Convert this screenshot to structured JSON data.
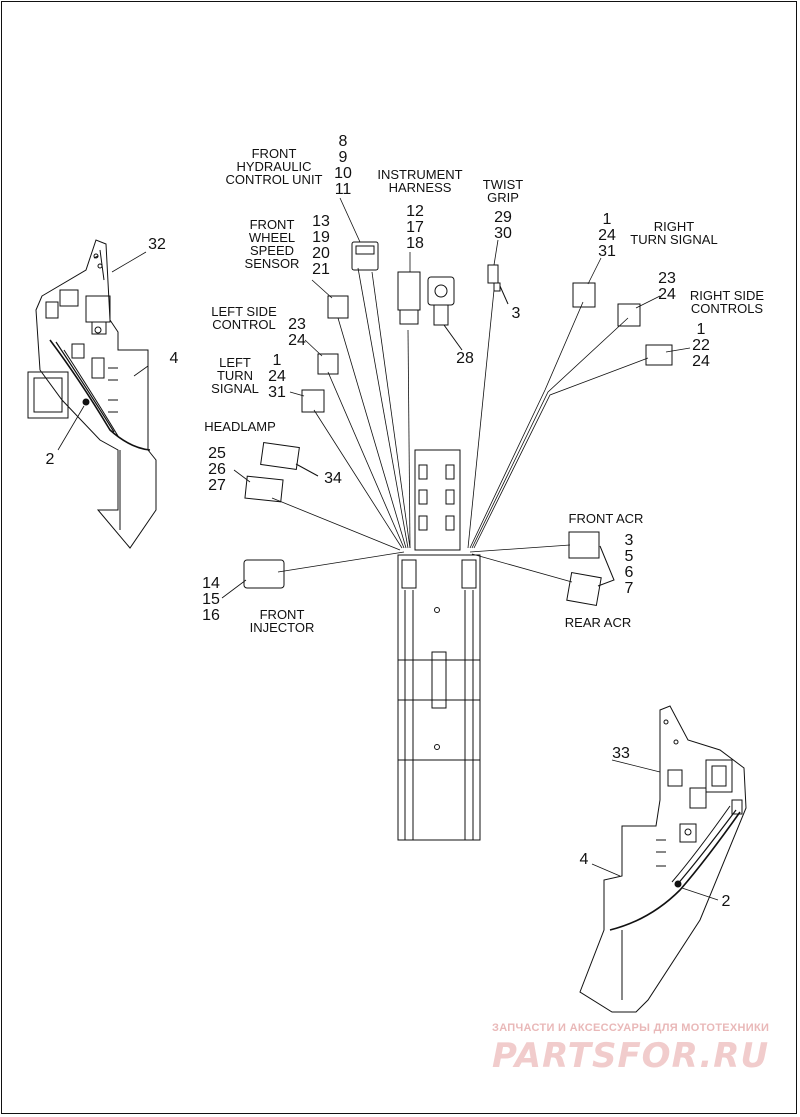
{
  "labels": {
    "front_hydraulic": "FRONT\nHYDRAULIC\nCONTROL UNIT",
    "instrument_harness": "INSTRUMENT\nHARNESS",
    "twist_grip": "TWIST\nGRIP",
    "right_turn_signal": "RIGHT\nTURN SIGNAL",
    "right_side_controls": "RIGHT SIDE\nCONTROLS",
    "front_wheel_speed_sensor": "FRONT\nWHEEL\nSPEED\nSENSOR",
    "left_side_control": "LEFT SIDE\nCONTROL",
    "left_turn_signal": "LEFT\nTURN\nSIGNAL",
    "headlamp": "HEADLAMP",
    "front_acr": "FRONT ACR",
    "rear_acr": "REAR ACR",
    "front_injector": "FRONT\nINJECTOR"
  },
  "callouts": {
    "hydraulic": "8\n9\n10\n11",
    "instrument": "12\n17\n18",
    "twist_grip": "29\n30",
    "twist_grip_connector": "3",
    "instrument_part": "28",
    "right_turn": "1\n24\n31",
    "right_side_a": "23\n24",
    "right_side_b": "1\n22\n24",
    "wheel_speed": "13\n19\n20\n21",
    "left_side": "23\n24",
    "left_turn": "1\n24\n31",
    "headlamp": "25\n26\n27",
    "headlamp_part": "34",
    "acr": "3\n5\n6\n7",
    "injector": "14\n15\n16",
    "left_bracket": "32",
    "left_frame": "4",
    "left_tie": "2",
    "right_bracket": "33",
    "right_frame": "4",
    "right_tie": "2"
  },
  "watermark": {
    "tagline": "ЗАПЧАСТИ И АКСЕССУАРЫ ДЛЯ МОТОТЕХНИКИ",
    "brand": "PARTSFOR.RU"
  }
}
